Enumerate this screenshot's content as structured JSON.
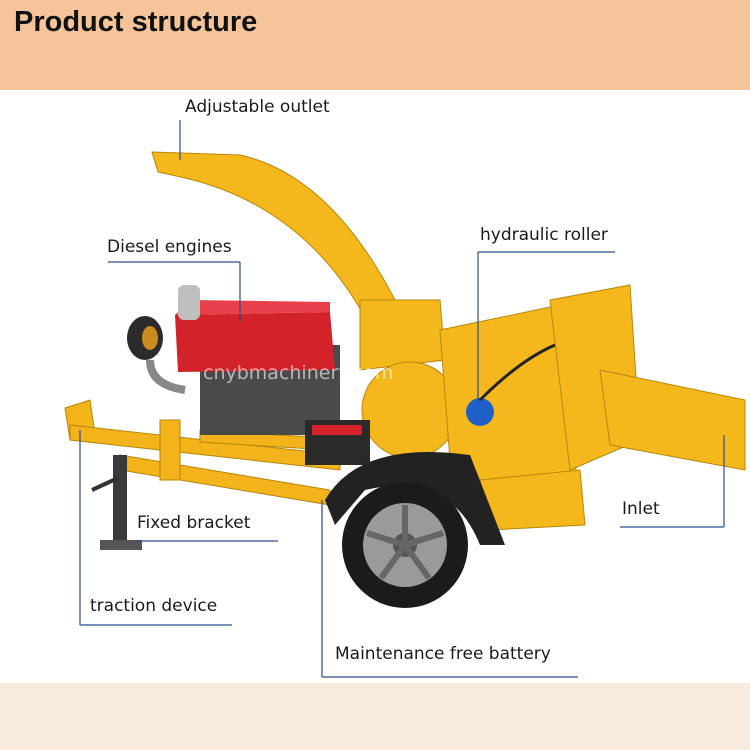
{
  "header": {
    "title": "Product structure"
  },
  "labels": {
    "adjustable_outlet": "Adjustable outlet",
    "diesel_engines": "Diesel engines",
    "hydraulic_roller": "hydraulic roller",
    "fixed_bracket": "Fixed bracket",
    "inlet": "Inlet",
    "traction_device": "traction device",
    "maintenance_free_battery": "Maintenance free battery"
  },
  "watermark": "cnybmachinery.com",
  "colors": {
    "header_bg": "#F5C49A",
    "footer_bg": "#F7EBDD",
    "machine_yellow": "#F5B81C",
    "engine_red": "#D4222A"
  }
}
